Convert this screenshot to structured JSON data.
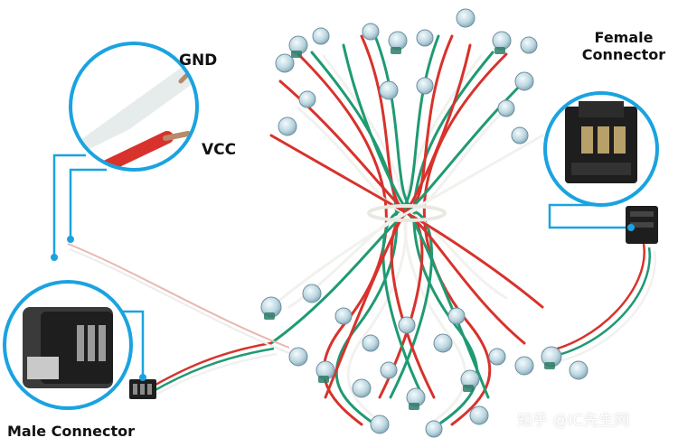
{
  "labels": {
    "gnd": "GND",
    "vcc": "VCC",
    "female_line1": "Female",
    "female_line2": "Connector",
    "male": "Male Connector"
  },
  "watermark": "知乎 @IC先生网",
  "colors": {
    "callout_ring": "#1aa3e0",
    "wire_red": "#d8322c",
    "wire_green": "#1f9a72",
    "wire_white": "#f1f1ee",
    "led_body": "#c9dde6",
    "connector_black": "#1e1e1e"
  },
  "icons": [
    "gnd-vcc-wire-closeup",
    "female-connector-closeup",
    "male-connector-closeup"
  ]
}
